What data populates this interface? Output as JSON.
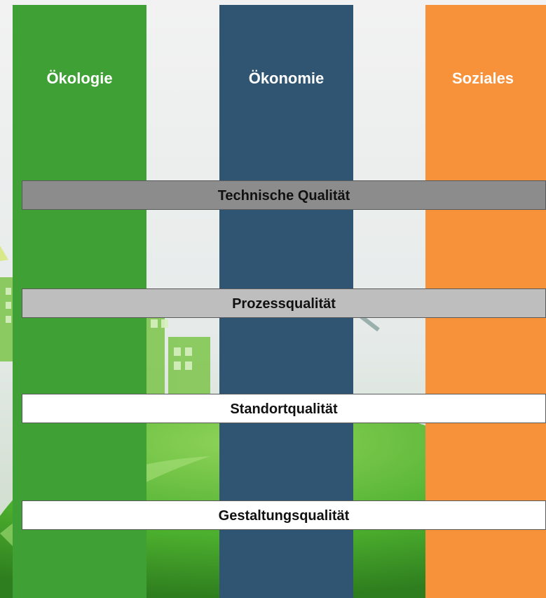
{
  "pillars": [
    {
      "label": "Ökologie",
      "color": "#3ea035"
    },
    {
      "label": "Ökonomie",
      "color": "#2f5573"
    },
    {
      "label": "Soziales",
      "color": "#f7913a"
    }
  ],
  "qualities": [
    {
      "label": "Technische Qualität",
      "color": "#8c8c8c"
    },
    {
      "label": "Prozessqualität",
      "color": "#bebebe"
    },
    {
      "label": "Standortqualität",
      "color": "#ffffff"
    },
    {
      "label": "Gestaltungsqualität",
      "color": "#ffffff"
    }
  ]
}
